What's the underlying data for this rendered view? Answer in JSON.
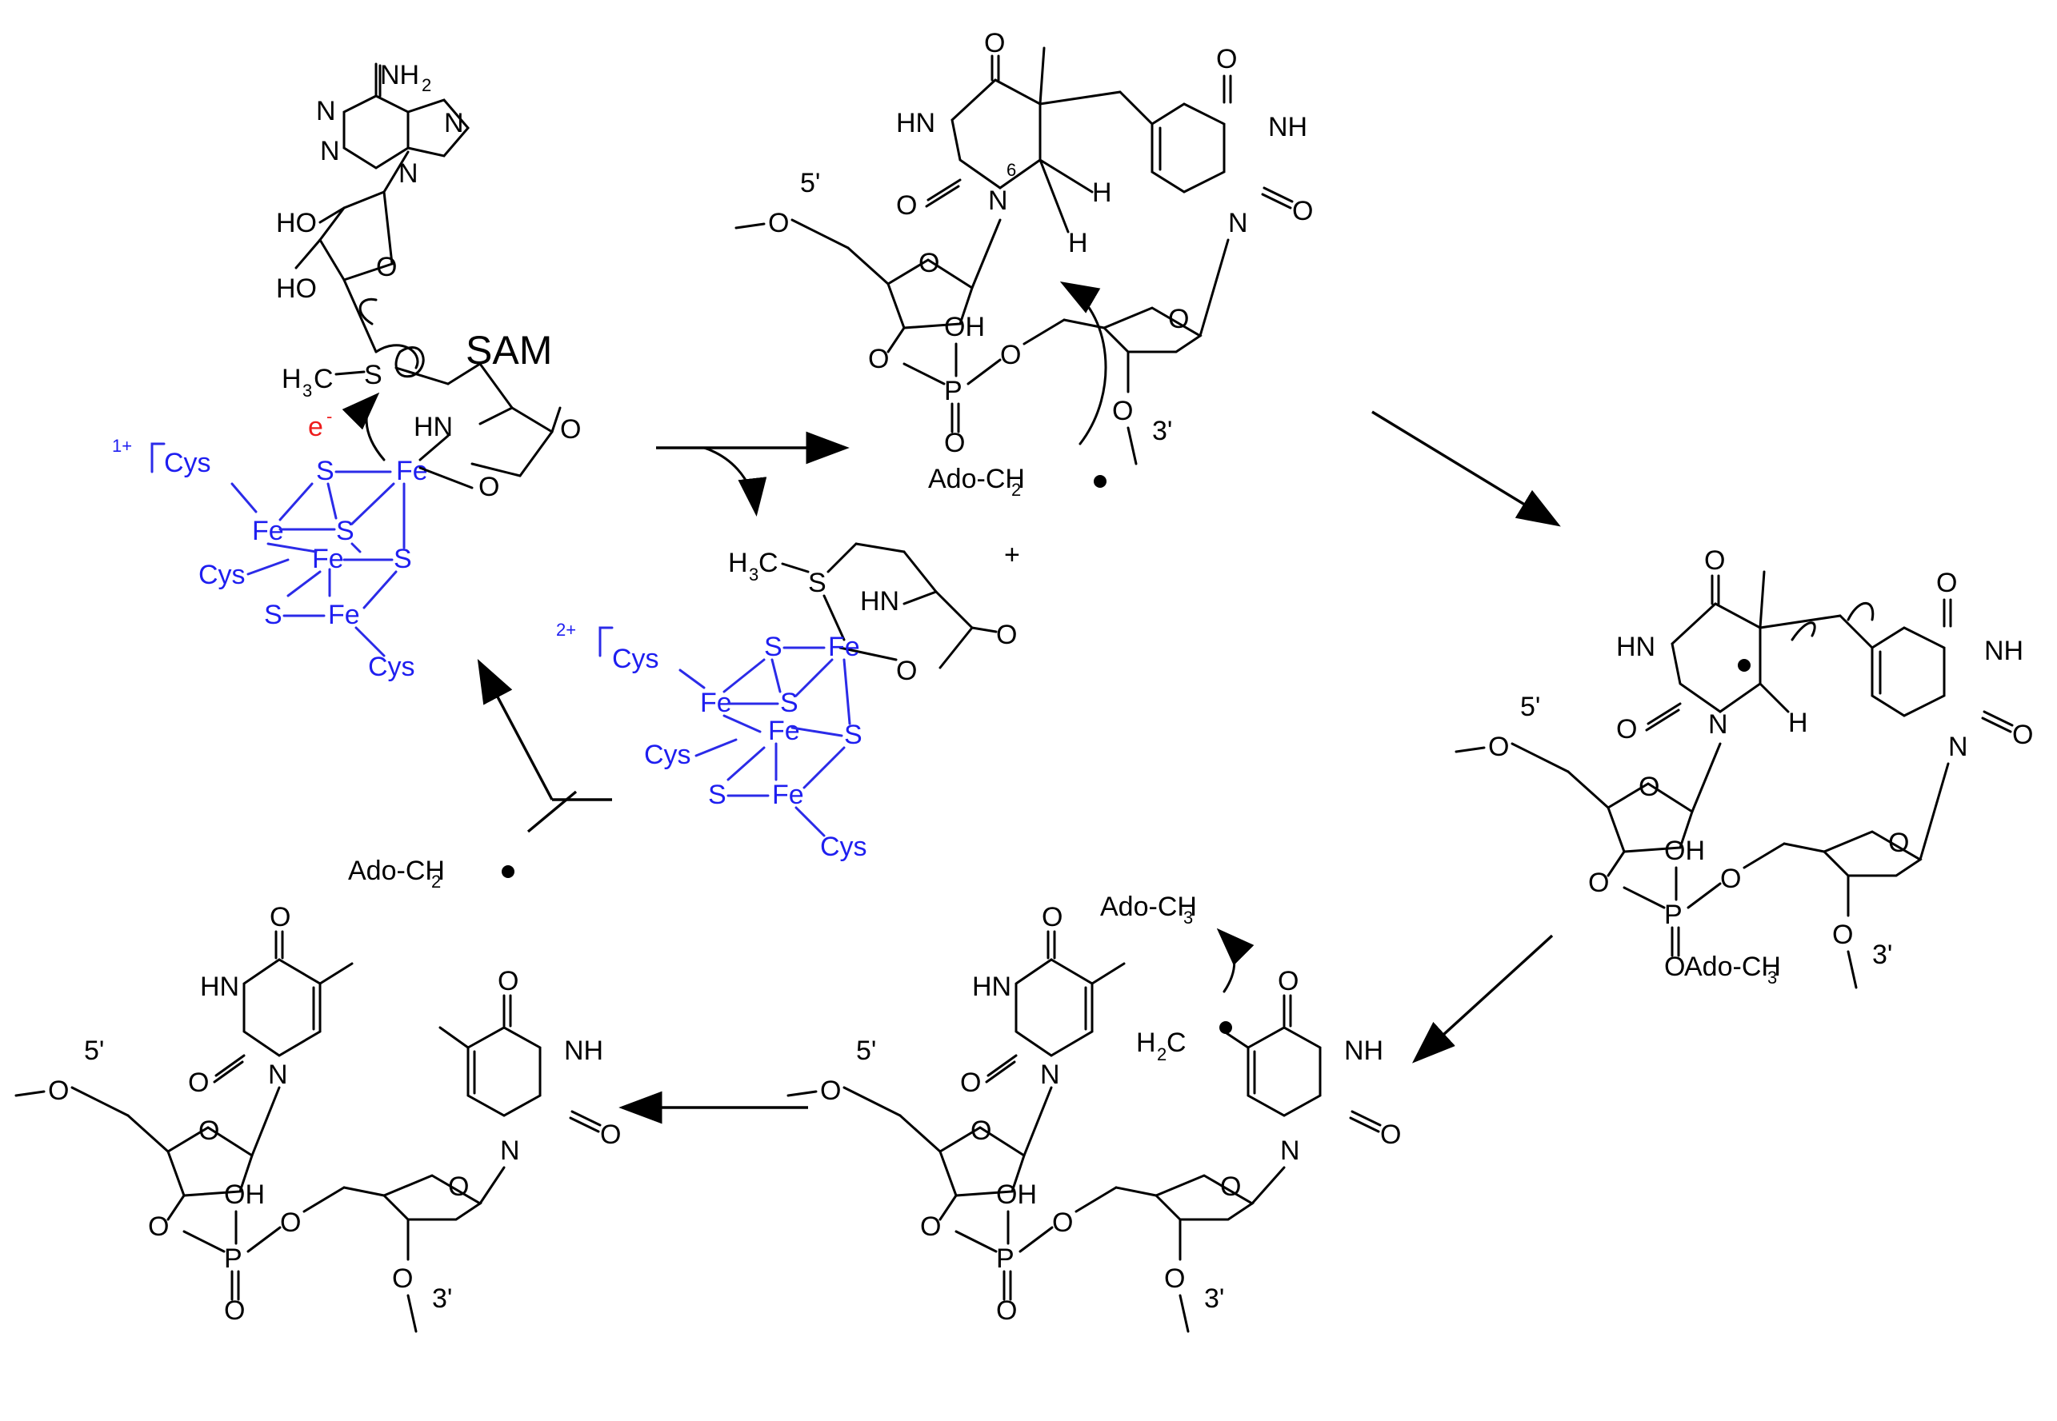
{
  "labels": {
    "sam": "SAM",
    "electron": "e",
    "electron_sup": "-",
    "charge_1": "1+",
    "charge_2": "2+",
    "plus": "+",
    "ado_ch2": "Ado-CH",
    "ado_ch3": "Ado-CH",
    "sub2": "2",
    "sub3": "3",
    "five_prime": "5'",
    "three_prime": "3'",
    "six": "6",
    "O": "O",
    "HN": "HN",
    "NH": "NH",
    "N": "N",
    "NH2": "NH",
    "HO": "HO",
    "OH": "OH",
    "P": "P",
    "S": "S",
    "Fe": "Fe",
    "Cys": "Cys",
    "H": "H",
    "H3C": "H",
    "C": "C",
    "H2C": "H",
    "H3C_S": "H"
  },
  "colors": {
    "cluster": "#1e1ef0",
    "electron": "#ee1c1c",
    "ink": "#000000"
  }
}
